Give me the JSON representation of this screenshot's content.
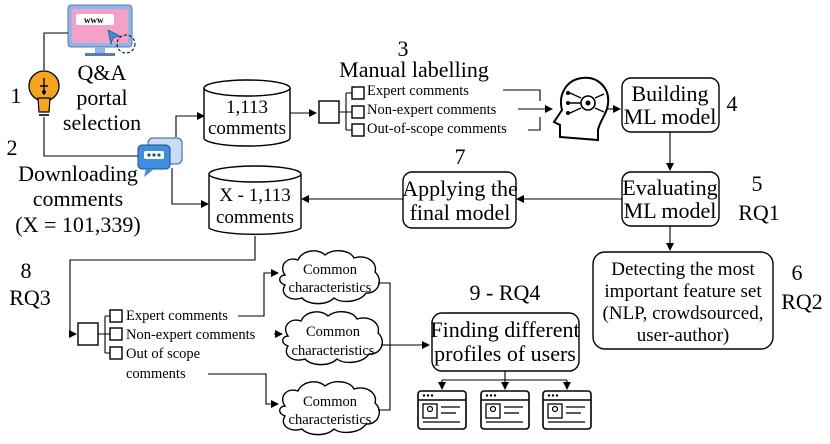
{
  "steps": {
    "s1": {
      "number": "1",
      "label_lines": [
        "Q&A",
        "portal",
        "selection"
      ]
    },
    "s2": {
      "number": "2",
      "label_lines": [
        "Downloading",
        "comments",
        "(X = 101,339)"
      ]
    },
    "s3": {
      "number": "3",
      "label": "Manual labelling"
    },
    "s4": {
      "number": "4",
      "label_lines": [
        "Building",
        "ML model"
      ]
    },
    "s5": {
      "number": "5",
      "rq": "RQ1",
      "label_lines": [
        "Evaluating",
        "ML model"
      ]
    },
    "s6": {
      "number": "6",
      "rq": "RQ2",
      "label_lines": [
        "Detecting the most",
        "important feature set",
        "(NLP, crowdsourced,",
        "user-author)"
      ]
    },
    "s7": {
      "number": "7",
      "label_lines": [
        "Applying the",
        "final model"
      ]
    },
    "s8": {
      "number": "8",
      "rq": "RQ3"
    },
    "s9": {
      "label": "9 - RQ4",
      "label_lines": [
        "Finding different",
        "profiles of users"
      ]
    }
  },
  "databases": {
    "db1": [
      "1,113",
      "comments"
    ],
    "db2": [
      "X - 1,113",
      "comments"
    ]
  },
  "categories_top": [
    "Expert comments",
    "Non-expert comments",
    "Out-of-scope comments"
  ],
  "categories_bottom": [
    "Expert comments",
    "Non-expert comments",
    "Out of scope",
    "comments"
  ],
  "cloud_lines": [
    "Common",
    "characteristics"
  ],
  "icons": {
    "idea": "lightbulb-icon",
    "web": "web-portal-icon",
    "chat": "chat-bubbles-icon",
    "brain": "ai-head-icon",
    "profile": "user-profile-card-icon"
  }
}
